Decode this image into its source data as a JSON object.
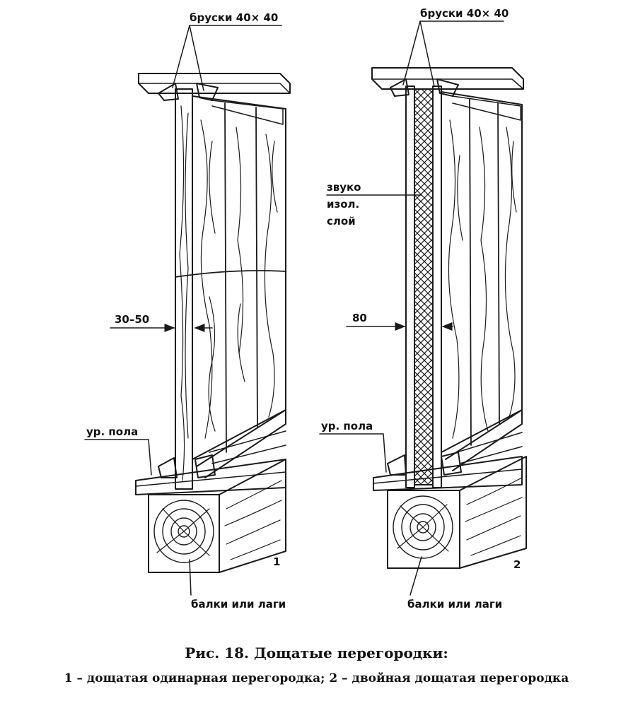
{
  "labels": {
    "bars_left": "бруски 40× 40",
    "bars_right": "бруски 40× 40",
    "insulation_1": "звуко",
    "insulation_2": "изол.",
    "insulation_3": "слой",
    "thickness_left": "30–50",
    "thickness_right": "80",
    "floor_left": "ур. пола",
    "floor_right": "ур. пола",
    "beams_left": "балки или лаги",
    "beams_right": "балки или лаги",
    "number_left": "1",
    "number_right": "2"
  },
  "caption": {
    "title": "Рис. 18. Дощатые перегородки:",
    "subtitle": "1 – дощатая одинарная перегородка; 2 – двойная дощатая перегородка"
  }
}
